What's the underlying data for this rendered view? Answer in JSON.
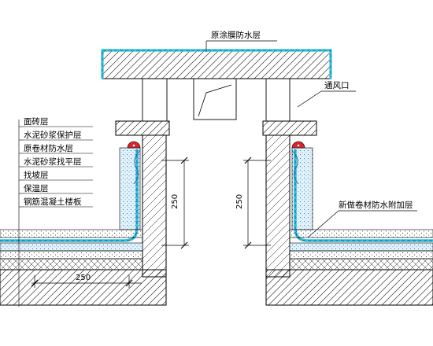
{
  "labels": {
    "top_membrane": "原涂膜防水层",
    "vent": "通风口",
    "additional_layer": "新做卷材防水附加层",
    "legend": [
      "面砖层",
      "水泥砂浆保护层",
      "原卷材防水层",
      "水泥砂浆找平层",
      "找坡层",
      "保温层",
      "钢筋混凝土楼板"
    ]
  },
  "dimensions": {
    "left_vertical": "250",
    "right_vertical": "250",
    "horizontal": "250"
  },
  "colors": {
    "membrane": "#34c0d8",
    "membrane_dash": "#1a5fa8",
    "seal": "#d6252d",
    "line": "#000000"
  }
}
